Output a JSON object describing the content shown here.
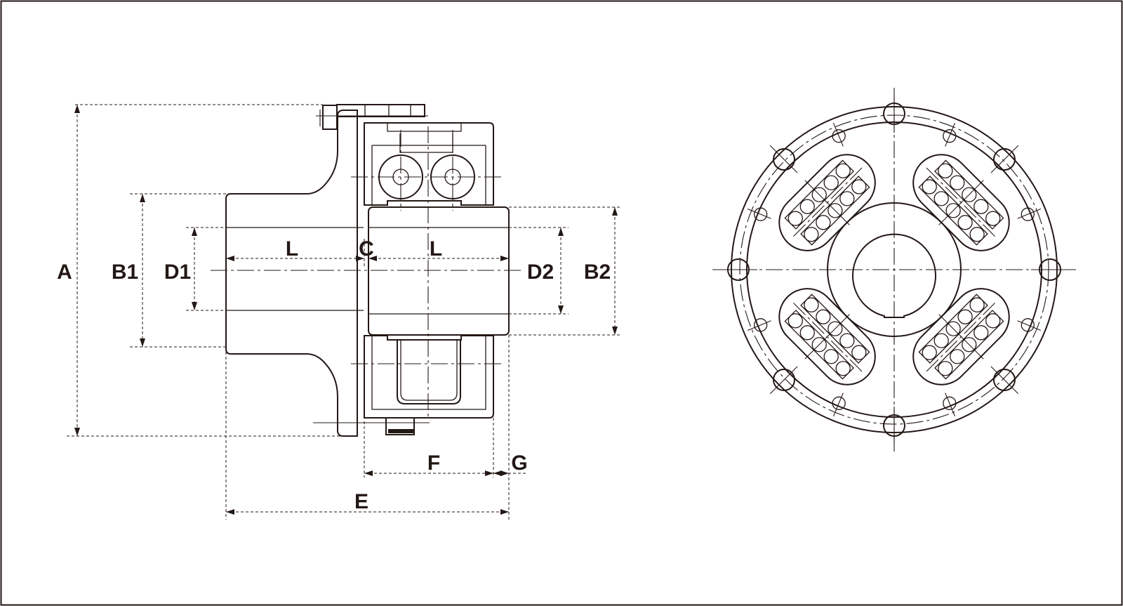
{
  "labels": {
    "A": "A",
    "B1": "B1",
    "D1": "D1",
    "L_left": "L",
    "C": "C",
    "L_right": "L",
    "D2": "D2",
    "B2": "B2",
    "F": "F",
    "G": "G",
    "E": "E"
  },
  "colors": {
    "line": "#231815",
    "background": "#ffffff"
  }
}
